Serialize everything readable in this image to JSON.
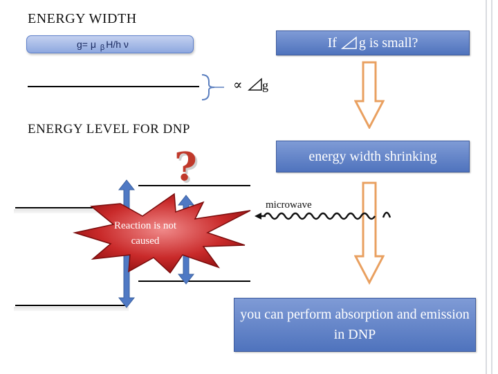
{
  "section_titles": {
    "energy_width": "ENERGY WIDTH",
    "energy_level": "ENERGY LEVEL FOR DNP"
  },
  "formula": {
    "g_eq": "g= μ",
    "beta": "β",
    "rest": "H/h ν"
  },
  "proportional": {
    "symbol": "∝",
    "g": "g"
  },
  "boxes": {
    "question": {
      "if": "If",
      "rest": "g is small?"
    },
    "shrinking": "energy width shrinking",
    "result": "you can perform absorption and emission in DNP"
  },
  "labels": {
    "microwave": "microwave",
    "reaction": "Reaction is not caused",
    "question_mark": "?"
  },
  "colors": {
    "banner_blue": "#4f73bd",
    "arrow_orange": "#e9a060",
    "burst_red": "#b01818",
    "vertical_arrow_blue": "#4f79c4"
  }
}
